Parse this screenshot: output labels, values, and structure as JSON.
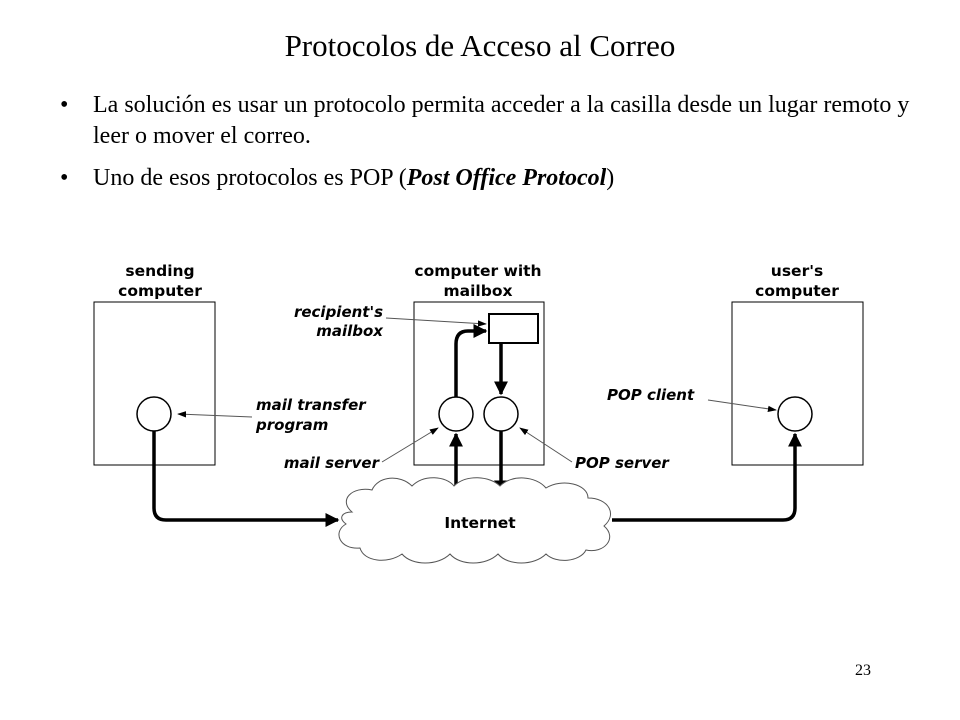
{
  "slide": {
    "title": "Protocolos de Acceso al Correo",
    "bullets": [
      {
        "text": "La solución es usar un protocolo permita acceder a la casilla desde un lugar remoto y leer o mover el correo."
      },
      {
        "prefix": "Uno de esos protocolos es POP (",
        "emphasis": "Post Office Protocol",
        "suffix": ")"
      }
    ],
    "bullet_symbol": "•",
    "page_number": "23"
  },
  "diagram": {
    "sending_computer": [
      "sending",
      "computer"
    ],
    "computer_with_mailbox": [
      "computer with",
      "mailbox"
    ],
    "users_computer": [
      "user's",
      "computer"
    ],
    "recipients_mailbox": [
      "recipient's",
      "mailbox"
    ],
    "mail_transfer_program": [
      "mail transfer",
      "program"
    ],
    "mail_server": "mail server",
    "pop_server": "POP server",
    "pop_client": "POP client",
    "internet": "Internet"
  }
}
